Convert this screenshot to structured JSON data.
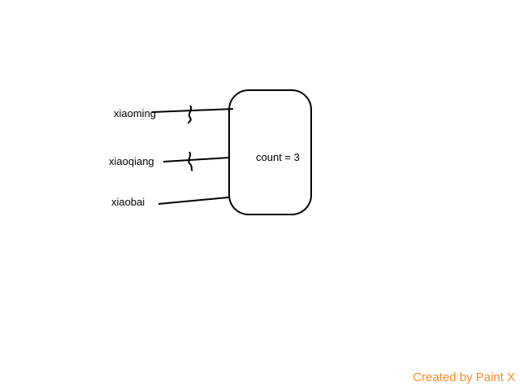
{
  "diagram": {
    "references": [
      {
        "name": "xiaoming",
        "broken": true
      },
      {
        "name": "xiaoqiang",
        "broken": true
      },
      {
        "name": "xiaobai",
        "broken": false
      }
    ],
    "object": {
      "text": "count = 3"
    }
  },
  "watermark": {
    "text": "Created by Paint X",
    "color": "#f28c28"
  }
}
